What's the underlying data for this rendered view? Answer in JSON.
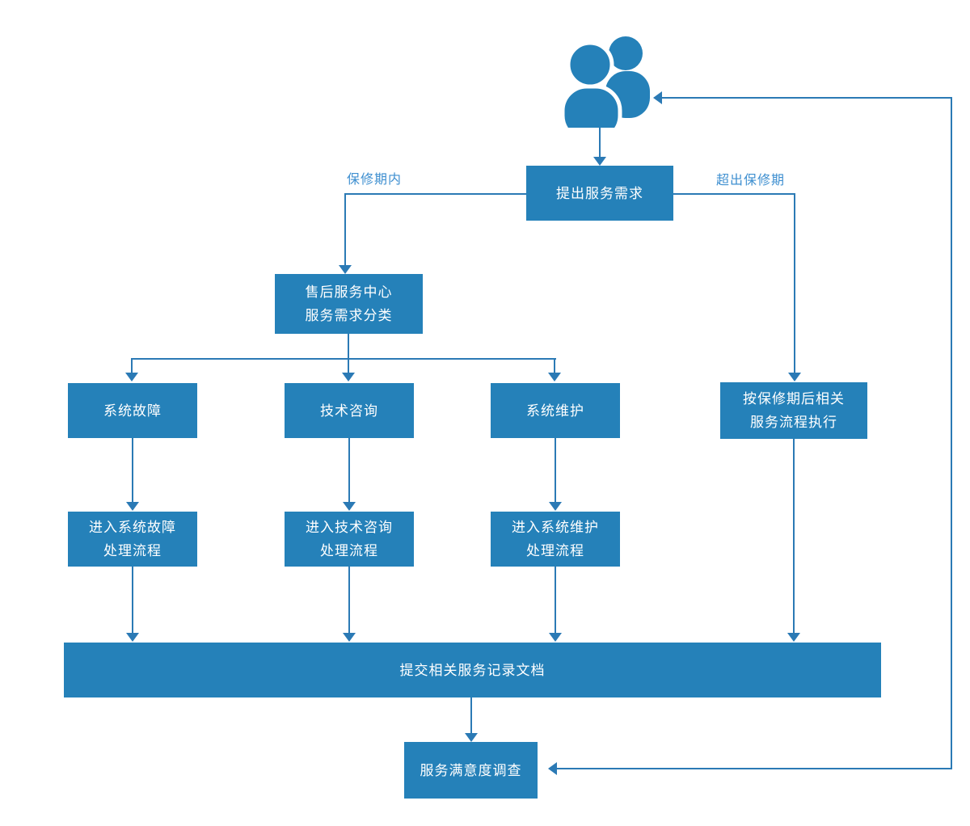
{
  "colors": {
    "background": "#ffffff",
    "node_fill": "#2581b9",
    "node_text": "#ffffff",
    "line": "#2b7ab5",
    "label_text": "#3e8fd0"
  },
  "icons": {
    "users": "users-icon"
  },
  "labels": {
    "in_warranty": "保修期内",
    "out_warranty": "超出保修期"
  },
  "nodes": {
    "request": "提出服务需求",
    "service_center": "售后服务中心\n服务需求分类",
    "system_fault": "系统故障",
    "tech_consult": "技术咨询",
    "system_maintenance": "系统维护",
    "fault_process": "进入系统故障\n处理流程",
    "consult_process": "进入技术咨询\n处理流程",
    "maintenance_process": "进入系统维护\n处理流程",
    "post_warranty": "按保修期后相关\n服务流程执行",
    "submit_records": "提交相关服务记录文档",
    "satisfaction_survey": "服务满意度调查"
  }
}
